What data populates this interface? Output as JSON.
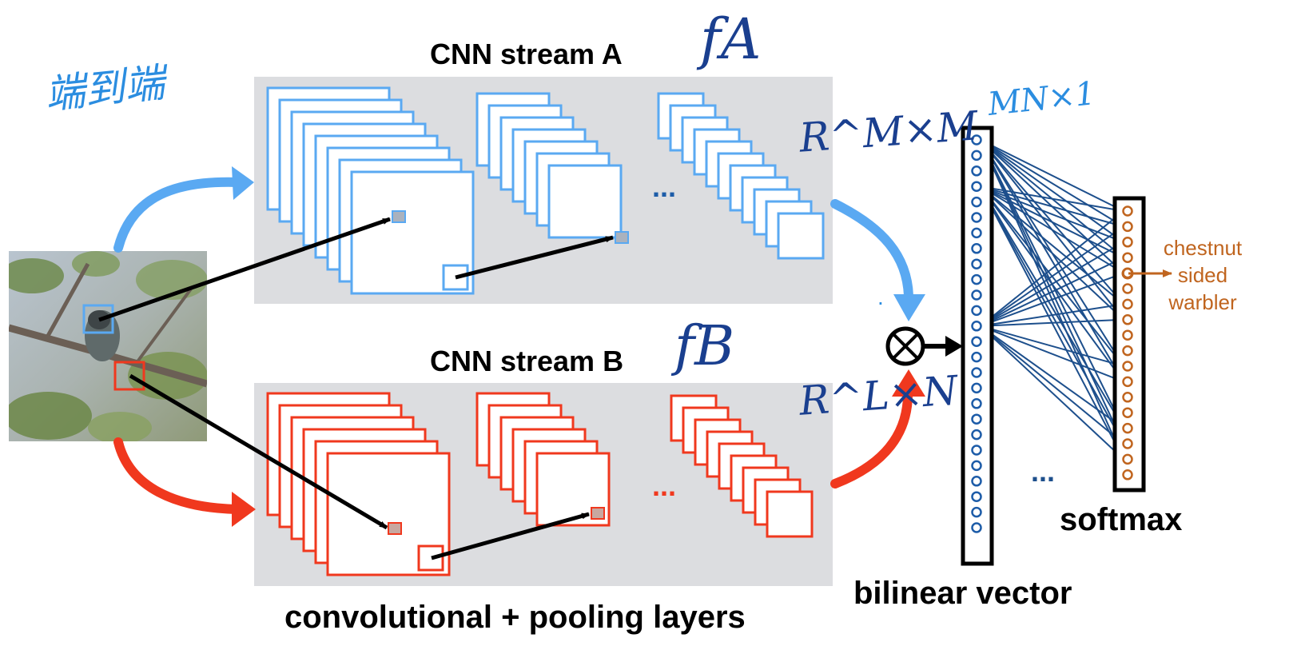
{
  "labels": {
    "stream_a": "CNN stream A",
    "stream_b": "CNN stream B",
    "conv_pool": "convolutional + pooling layers",
    "bilinear": "bilinear vector",
    "softmax": "softmax",
    "output_line1": "chestnut",
    "output_line2": "sided",
    "output_line3": "warbler",
    "ellipsis_a": "...",
    "ellipsis_b": "...",
    "ellipsis_c": "...",
    "dot": "."
  },
  "handwritten": {
    "end_to_end": "端到端",
    "f_a": "fA",
    "f_b": "fB",
    "r_a": "R^M×M",
    "r_b": "R^L×N",
    "mn": "MN×1"
  },
  "colors": {
    "stream_a": "#5aa9f2",
    "stream_b": "#f0381e",
    "panel": "#dcdde0",
    "bilinear_circle": "#1d5ca8",
    "softmax_circle": "#c0651f",
    "connection": "#1d4f8c",
    "handwriting_blue": "#2b8de0",
    "handwriting_navy": "#1a3f8f"
  },
  "icons": {
    "tensor_product": "circle-times-icon",
    "bird_photo": "bird-photo-image"
  }
}
